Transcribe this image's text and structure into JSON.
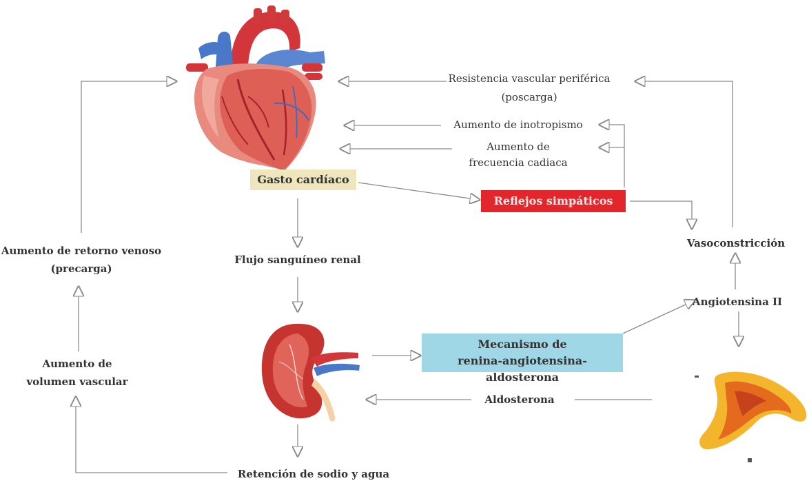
{
  "colors": {
    "arrow": "#8a8a8a",
    "gasto_bg": "#efe6bd",
    "reflejos_bg": "#e2262b",
    "mecanismo_bg": "#9fd7e6",
    "heart_red": "#d2353a",
    "heart_pink": "#e98a7e",
    "vessel_blue": "#4a78c8",
    "kidney_red": "#c6342f",
    "adrenal_yellow": "#f3b52c",
    "adrenal_orange": "#e46a1e"
  },
  "icons": {
    "heart": "heart-illustration",
    "kidney": "kidney-illustration",
    "adrenal": "adrenal-gland-illustration"
  },
  "labels": {
    "resistencia": "Resistencia vascular periférica",
    "poscarga": "(poscarga)",
    "inotropismo": "Aumento de inotropismo",
    "frecuencia_1": "Aumento de",
    "frecuencia_2": "frecuencia cadiaca",
    "gasto": "Gasto cardíaco",
    "reflejos": "Reflejos simpáticos",
    "vasoconstriccion": "Vasoconstricción",
    "retorno_1": "Aumento de retorno venoso",
    "retorno_2": "(precarga)",
    "flujo": "Flujo sanguíneo renal",
    "angiotensina": "Angiotensina II",
    "volumen_1": "Aumento de",
    "volumen_2": "volumen vascular",
    "mecanismo_1": "Mecanismo de",
    "mecanismo_2": "renina-angiotensina-aldosterona",
    "aldosterona": "Aldosterona",
    "retencion": "Retención de sodio y agua"
  }
}
